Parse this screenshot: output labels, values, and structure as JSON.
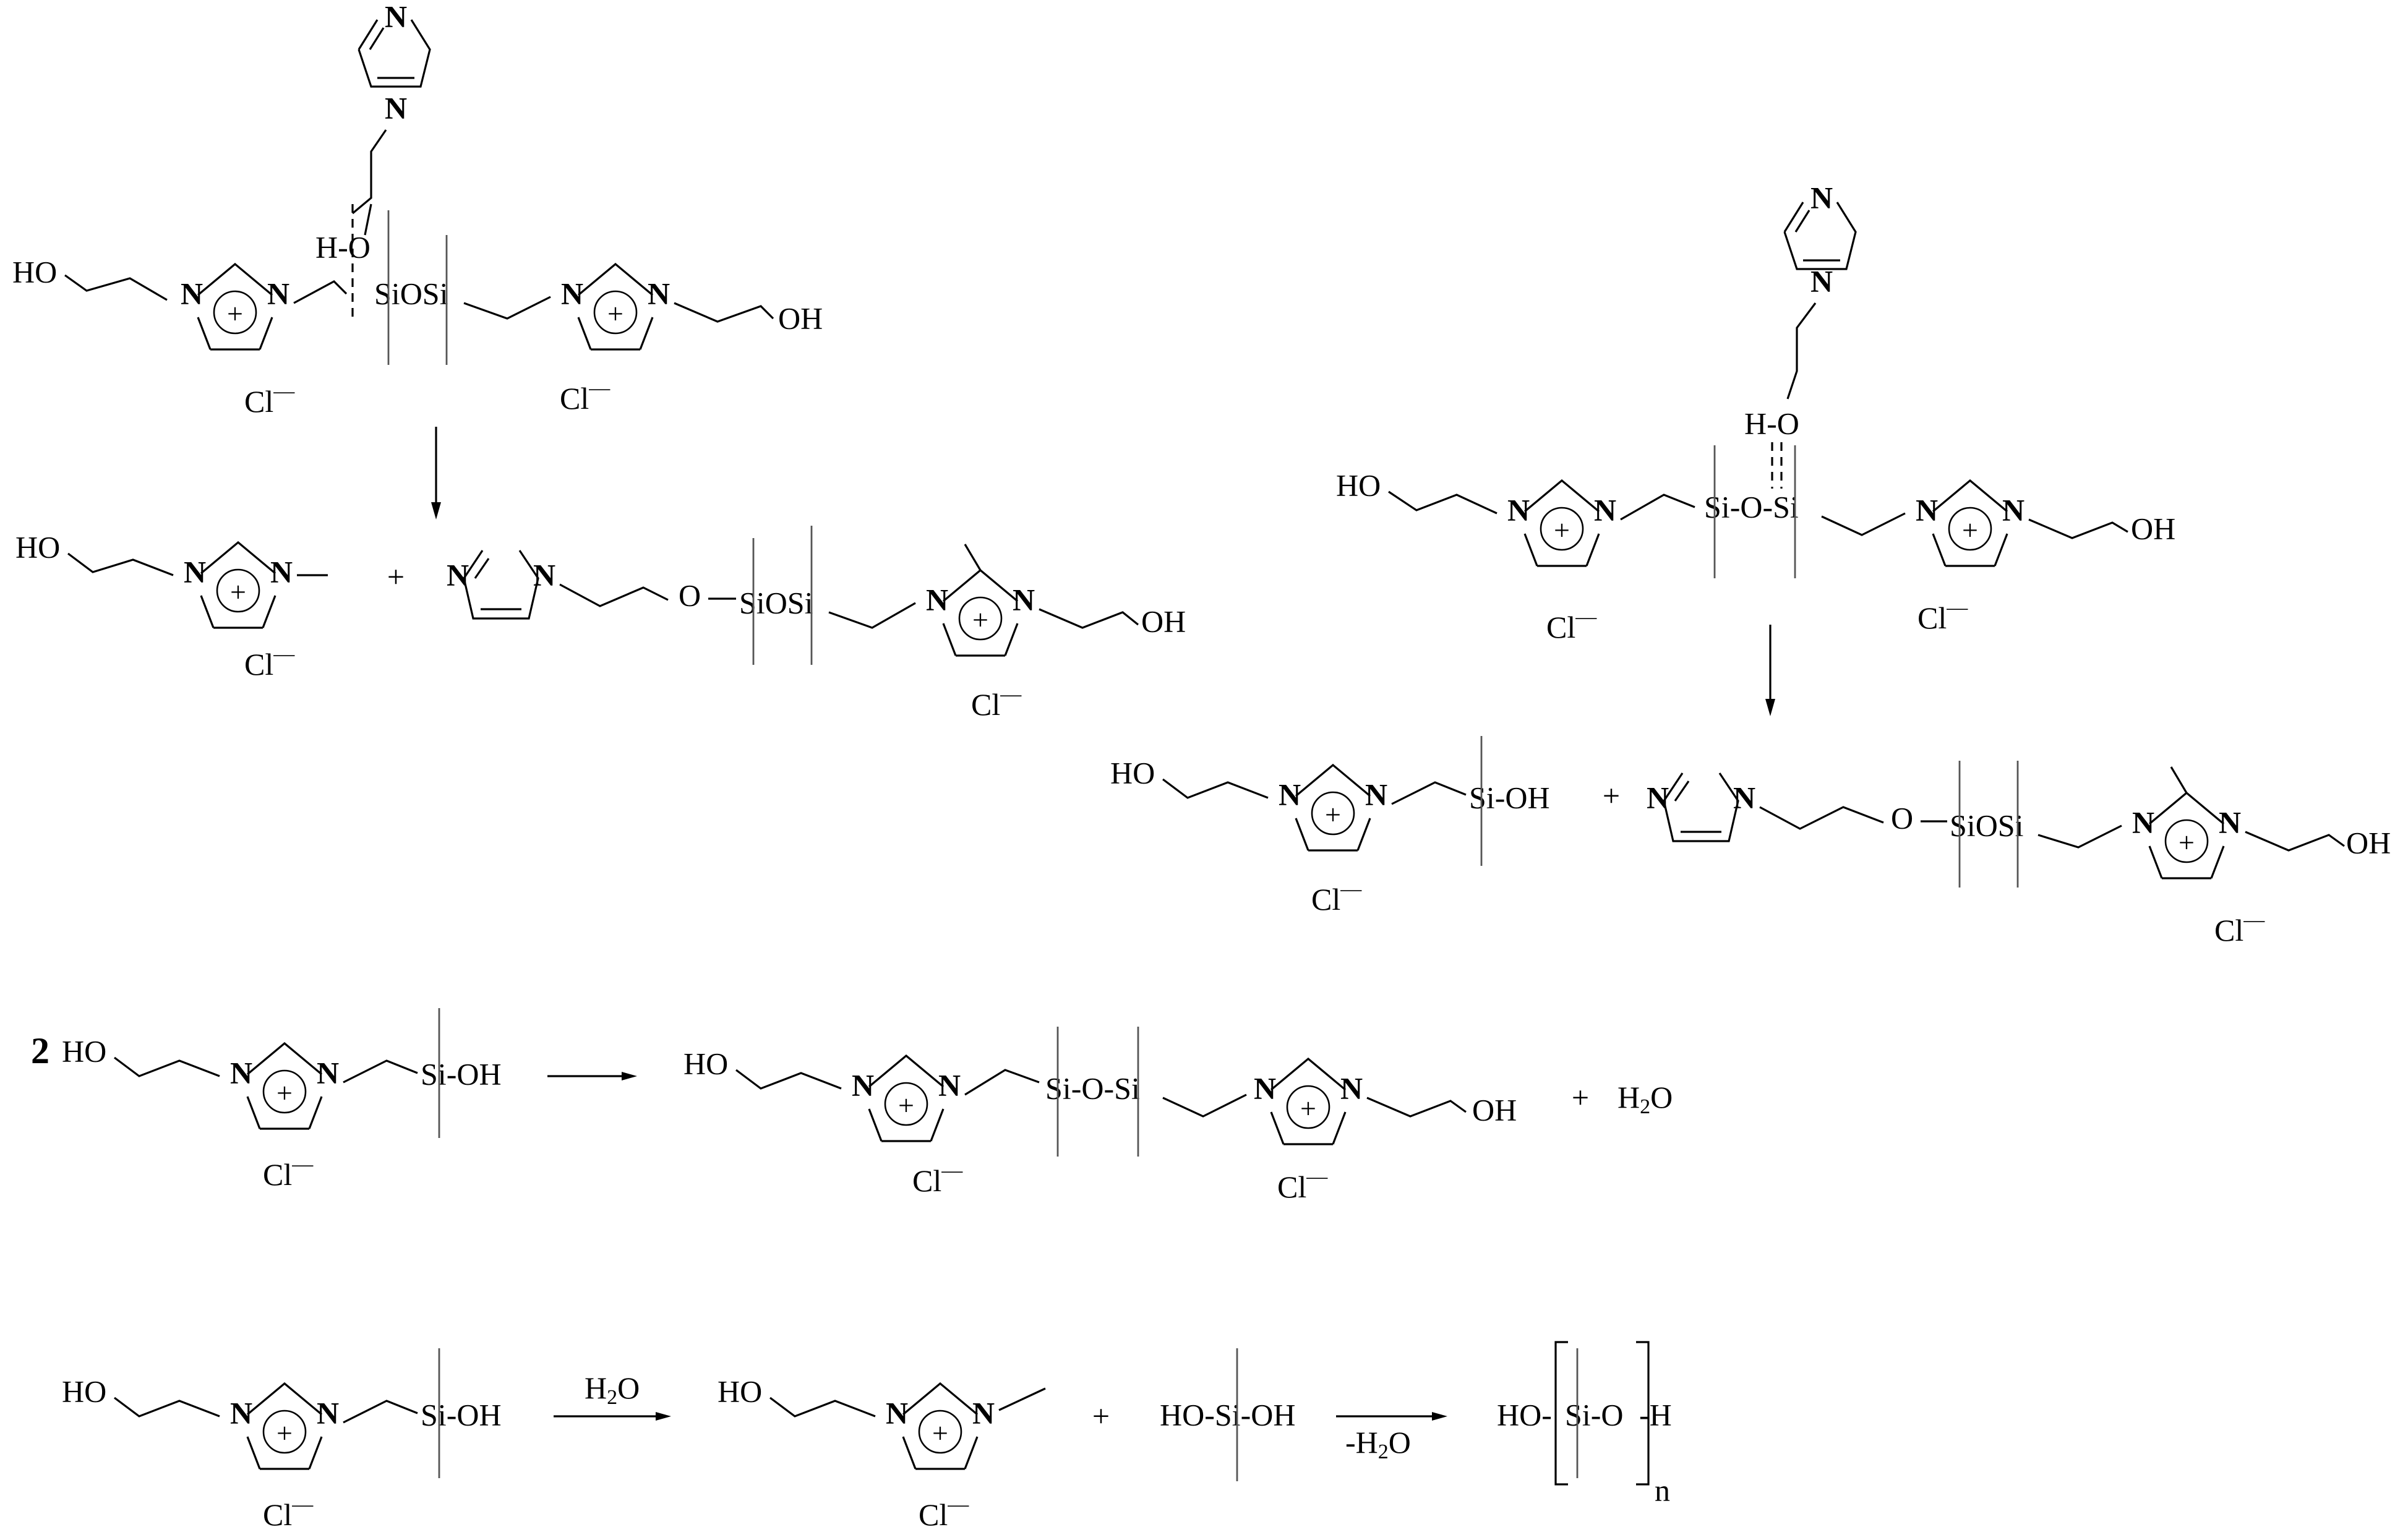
{
  "atoms": {
    "N": "N",
    "plus": "+",
    "HO": "HO",
    "OH": "OH",
    "O": "O",
    "H": "H",
    "H_O": "H-O",
    "Si": "Si",
    "SiOSi": "SiOSi",
    "Si_O_Si": "Si-O-Si",
    "Si_OH": "Si-OH",
    "HO_Si_OH": "HO-Si-OH",
    "HO_left": "HO-",
    "Si_O": "Si-O",
    "dash_H": "-H",
    "H2O": "H2O",
    "minus_H2O": "-H2O",
    "n": "n",
    "two": "2",
    "Cl": "Cl",
    "minus": "—",
    "add": "+",
    "H2O_H": "H",
    "H2O_2": "2",
    "H2O_O": "O",
    "minus_sign": "-"
  }
}
